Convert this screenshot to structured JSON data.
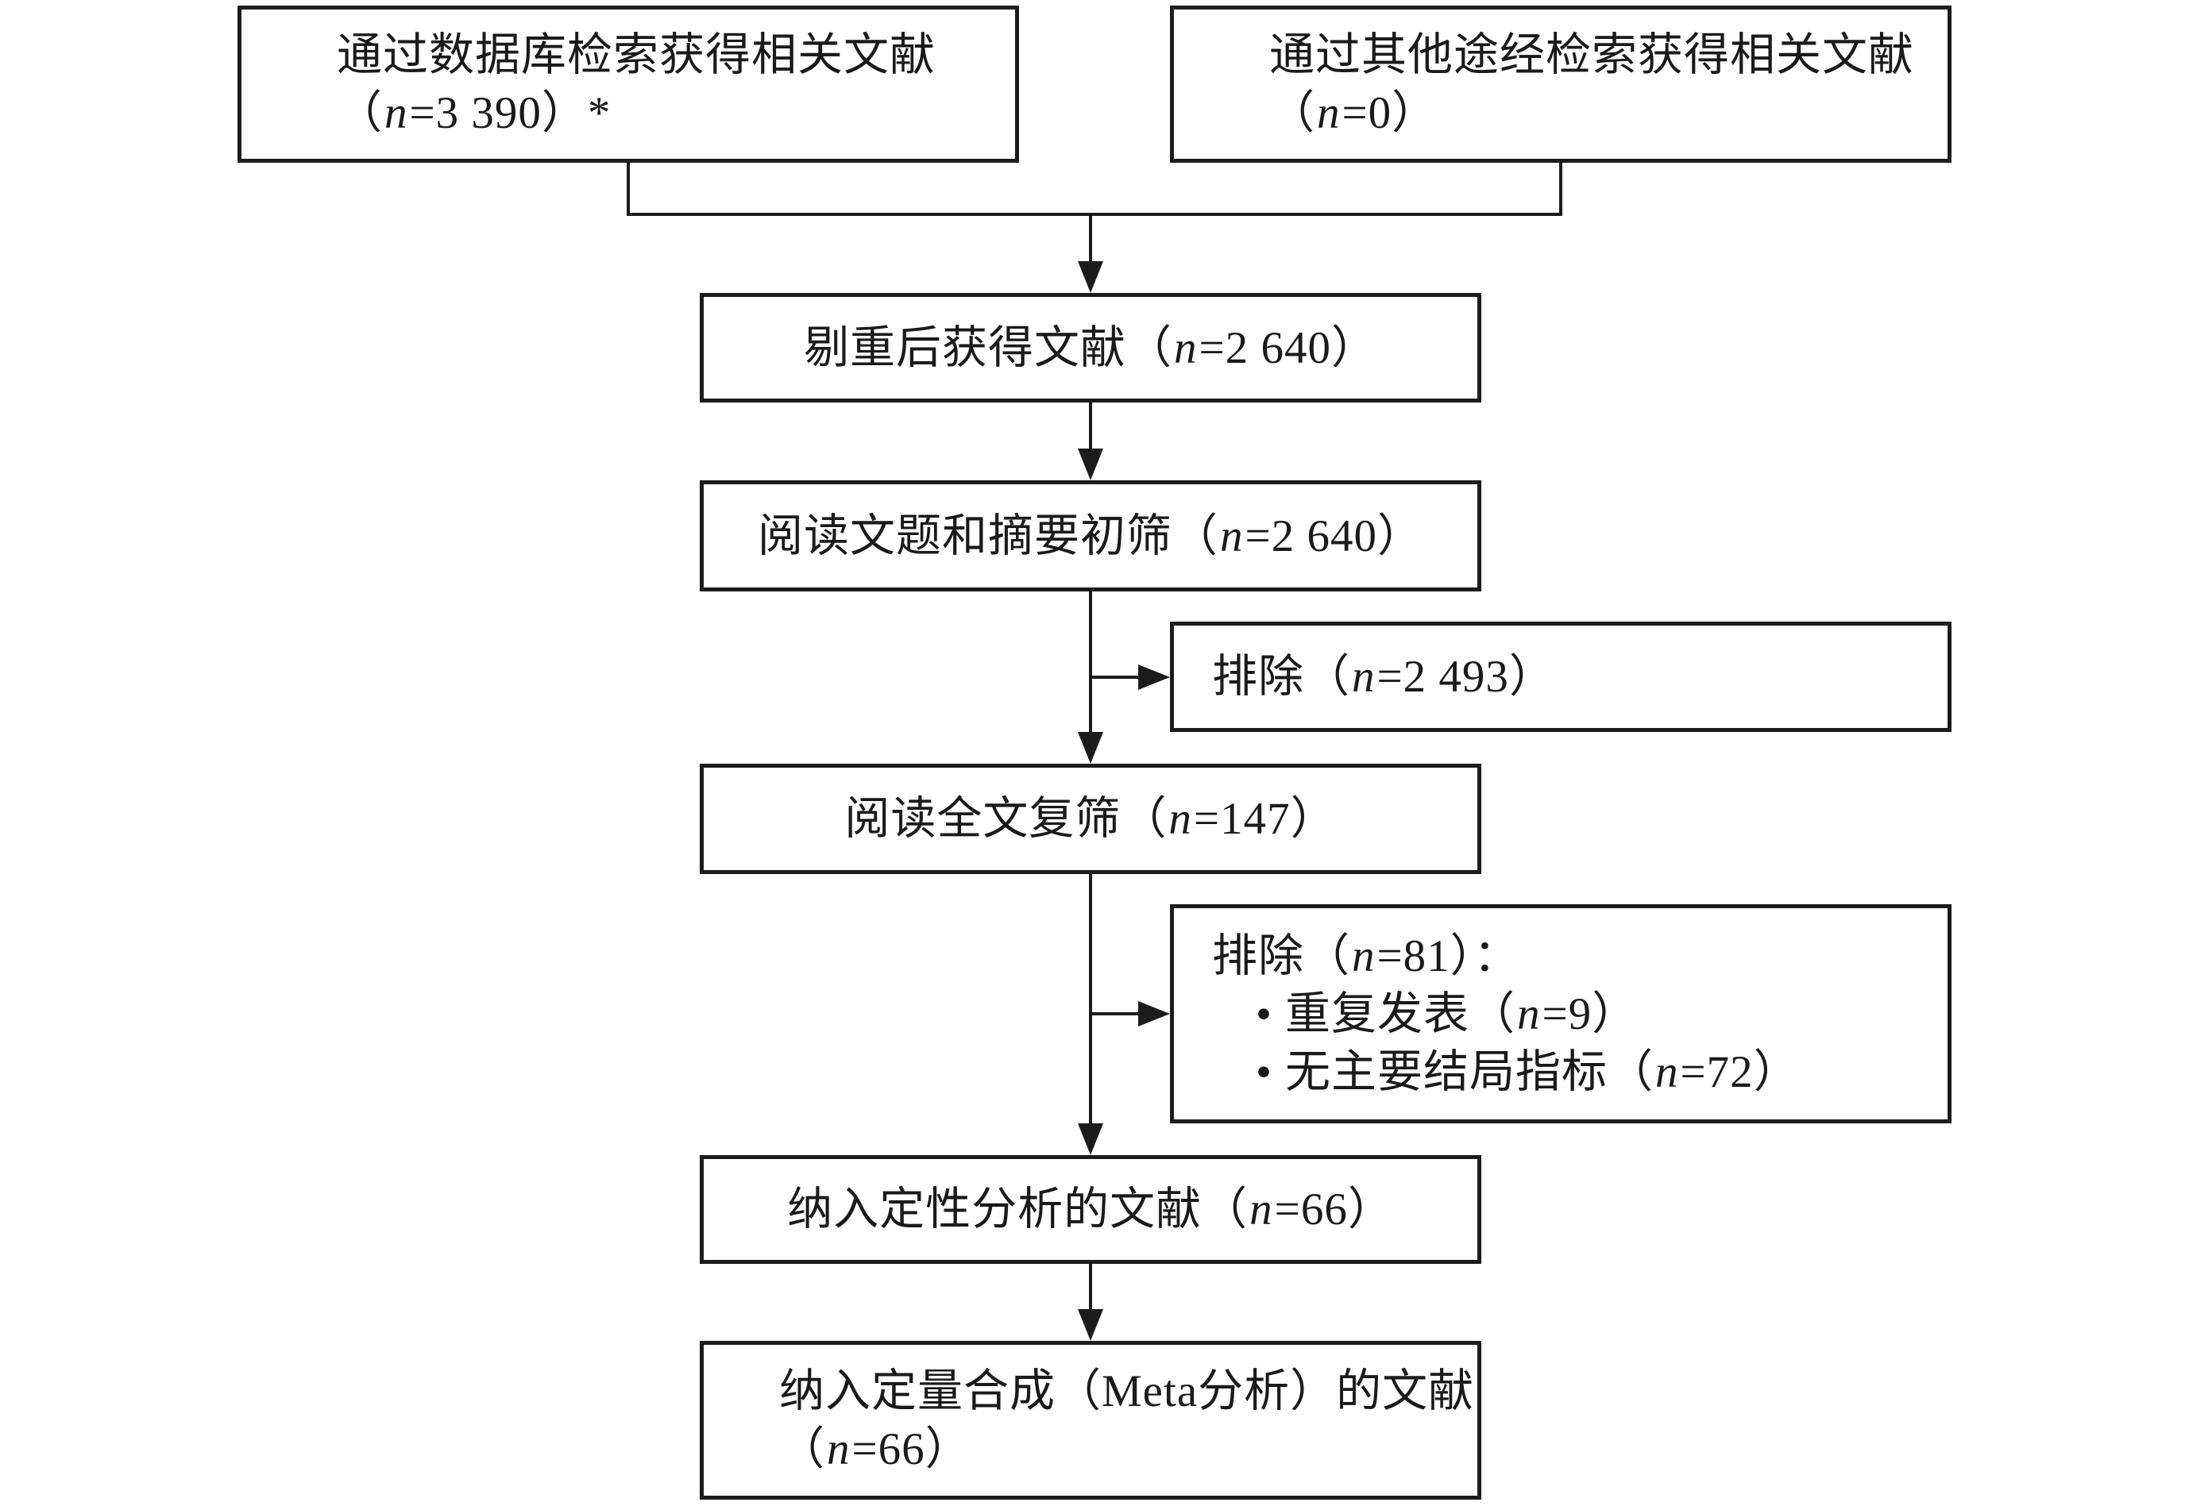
{
  "colors": {
    "line": "#1c1c1c",
    "text": "#1a1a1a",
    "background": "#ffffff"
  },
  "boxes": {
    "db_search": {
      "line1": "通过数据库检索获得相关文献",
      "open": "（",
      "nvar": "n",
      "count": "=3 390）*"
    },
    "other_search": {
      "line1": "通过其他途经检索获得相关文献",
      "open": "（",
      "nvar": "n",
      "count": "=0）"
    },
    "dedup": {
      "text": "剔重后获得文献",
      "open": "（",
      "nvar": "n",
      "count": "=2 640）"
    },
    "title_abstract": {
      "text": "阅读文题和摘要初筛",
      "open": "（",
      "nvar": "n",
      "count": "=2 640）"
    },
    "excluded1": {
      "text": "排除",
      "open": "（",
      "nvar": "n",
      "count": "=2 493）"
    },
    "fulltext": {
      "text": "阅读全文复筛",
      "open": "（",
      "nvar": "n",
      "count": "=147）"
    },
    "excluded2": {
      "text": "排除",
      "open": "（",
      "nvar": "n",
      "count": "=81）：",
      "bullets": [
        {
          "marker": "•",
          "text": "重复发表",
          "open": "（",
          "nvar": "n",
          "count": "=9）"
        },
        {
          "marker": "•",
          "text": "无主要结局指标",
          "open": "（",
          "nvar": "n",
          "count": "=72）"
        }
      ]
    },
    "qualitative": {
      "text": "纳入定性分析的文献",
      "open": "（",
      "nvar": "n",
      "count": "=66）"
    },
    "quantitative": {
      "line1": "纳入定量合成（Meta分析）的文献",
      "open": "（",
      "nvar": "n",
      "count": "=66）"
    }
  }
}
